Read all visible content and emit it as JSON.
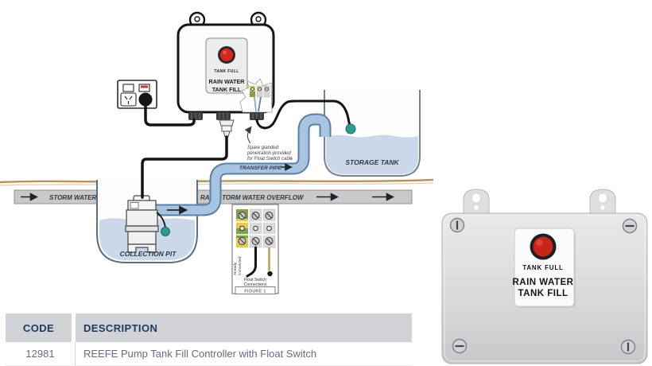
{
  "colors": {
    "accent_navy": "#1E3A5E",
    "pipe_blue_fill": "#A9C4E1",
    "pipe_blue_edge": "#5B7FA6",
    "water": "#CBD8EA",
    "float_teal": "#2E9C92",
    "indicator_red": "#D5281E",
    "ground_tan": "#B99359",
    "gray_pipe": "#C9C9C9"
  },
  "diagram": {
    "controller_label": {
      "indicator": "TANK FULL",
      "line1": "RAIN WATER",
      "line2": "TANK FILL"
    },
    "spare_gland_note": {
      "line1": "Spare glanded",
      "line2": "penetration provided",
      "line3": "for Float Switch cable"
    },
    "labels": {
      "transfer_pipe": "TRANSFER PIPE",
      "storage_tank": "STORAGE TANK",
      "storm_water": "STORM WATER",
      "overflow": "RAIN/STORM WATER OVERFLOW",
      "collection_pit": "COLLECTION PIT"
    },
    "figure1": {
      "already_connected_line1": "Already",
      "already_connected_line2": "Connected",
      "float_switch_line1": "Float Switch",
      "float_switch_line2": "Connections",
      "caption": "FIGURE 1"
    }
  },
  "product_photo": {
    "indicator": "TANK FULL",
    "line1": "RAIN WATER",
    "line2": "TANK FILL"
  },
  "table": {
    "headers": [
      "CODE",
      "DESCRIPTION"
    ],
    "rows": [
      {
        "code": "12981",
        "description": "REEFE Pump Tank Fill Controller with Float Switch"
      }
    ]
  }
}
